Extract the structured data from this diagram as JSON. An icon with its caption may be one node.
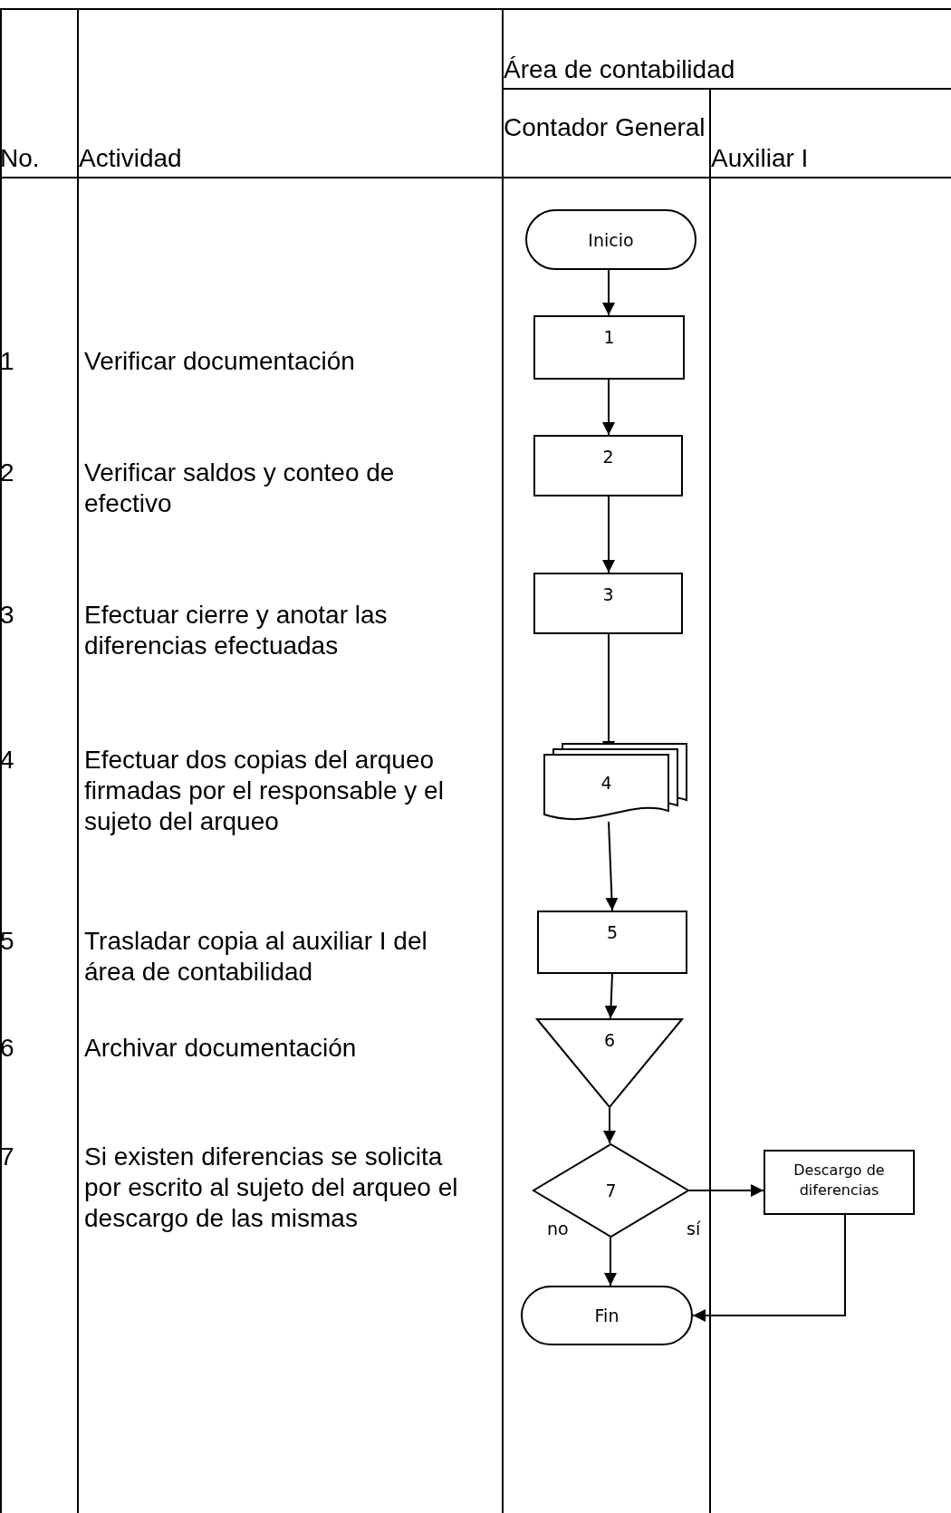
{
  "diagram": {
    "nodes": [
      {
        "text": [
          "Inicio"
        ]
      },
      {
        "text": [
          "1"
        ]
      },
      {
        "text": [
          "2"
        ]
      },
      {
        "text": [
          "3"
        ]
      },
      {
        "text": [
          "4"
        ]
      },
      {
        "text": [
          "5"
        ]
      },
      {
        "text": [
          "6"
        ]
      },
      {
        "text": [
          "7"
        ]
      },
      {
        "text": [
          "Descargo de diferencias"
        ]
      },
      {
        "text": [
          "Fin"
        ]
      }
    ],
    "edges": [
      {
        "from": 0,
        "to": 1,
        "arrow": "to"
      },
      {
        "from": 1,
        "to": 2,
        "arrow": "to"
      },
      {
        "from": 2,
        "to": 3,
        "arrow": "to"
      },
      {
        "from": 3,
        "to": 4,
        "arrow": "to"
      },
      {
        "from": 4,
        "to": 5,
        "arrow": "to"
      },
      {
        "from": 5,
        "to": 6,
        "arrow": "to"
      },
      {
        "from": 6,
        "to": 7,
        "arrow": "to"
      },
      {
        "from": 7,
        "to": 8,
        "arrow": "to",
        "label": "sí"
      },
      {
        "from": 7,
        "to": 9,
        "arrow": "to",
        "label": "no"
      },
      {
        "from": 8,
        "to": 9,
        "arrow": "to"
      }
    ],
    "labels": [
      "No.",
      "Actividad",
      "Área de contabilidad",
      "Contador General",
      "Auxiliar I",
      "1",
      "Verificar documentación",
      "2",
      "Verificar saldos y conteo de efectivo",
      "3",
      "Efectuar cierre y anotar las diferencias efectuadas",
      "4",
      "Efectuar dos copias del arqueo firmadas por el responsable y el sujeto del arqueo",
      "5",
      "Trasladar copia al auxiliar I del área de contabilidad",
      "6",
      "Archivar documentación",
      "7",
      "Si existen diferencias se solicita por escrito al sujeto del arqueo el descargo de las mismas"
    ]
  }
}
